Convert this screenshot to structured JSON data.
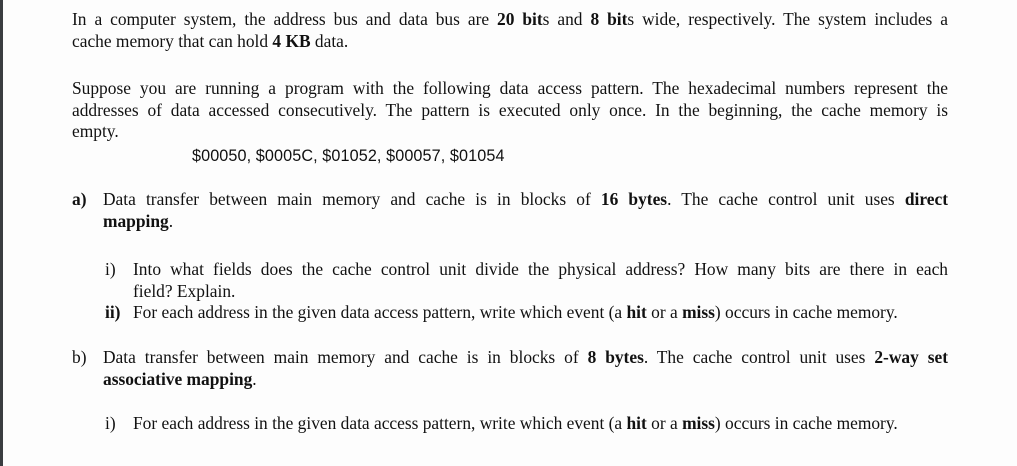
{
  "document": {
    "intro": {
      "line1": [
        "In a computer system, the address bus and data bus are ",
        "20 bit",
        "s and ",
        "8 bit",
        "s wide, respectively. The system includes a"
      ],
      "line2": [
        "cache memory that can hold ",
        "4 KB",
        " data."
      ]
    },
    "pattern_paragraph": {
      "line1": "Suppose you are running a program with the following data access pattern. The hexadecimal numbers represent the",
      "line2": "addresses of data accessed consecutively. The pattern is executed only once. In the beginning, the cache memory is",
      "line3": "empty."
    },
    "addresses_text": "$00050, $0005C, $01052, $00057, $01054",
    "addresses": [
      "$00050",
      "$0005C",
      "$01052",
      "$00057",
      "$01054"
    ],
    "part_a": {
      "marker": "a)",
      "line1": [
        "Data transfer between main memory and cache is in blocks of ",
        "16 bytes",
        ". The cache control unit uses ",
        "direct"
      ],
      "line2": [
        "mapping",
        "."
      ],
      "sub_i": {
        "marker": "i)",
        "line1": "Into what fields does the cache control unit divide the physical address? How many bits are there in each",
        "line2": "field? Explain."
      },
      "sub_ii": {
        "marker": "ii)",
        "line1": [
          "For each address in the given data access pattern, write which event (a ",
          "hit",
          " or a ",
          "miss",
          ") occurs in cache memory."
        ]
      }
    },
    "part_b": {
      "marker": "b)",
      "line1": [
        "Data transfer between main memory and cache is in blocks of ",
        "8 bytes",
        ". The cache control unit uses ",
        "2-way set"
      ],
      "line2": [
        "associative mapping",
        "."
      ],
      "sub_i": {
        "marker": "i)",
        "line1": [
          "For each address in the given data access pattern, write which event (a ",
          "hit",
          " or a ",
          "miss",
          ") occurs in cache memory."
        ]
      }
    }
  },
  "colors": {
    "background": "#fdfdfd",
    "text": "#111111",
    "left_bar": "#3a3d40"
  }
}
